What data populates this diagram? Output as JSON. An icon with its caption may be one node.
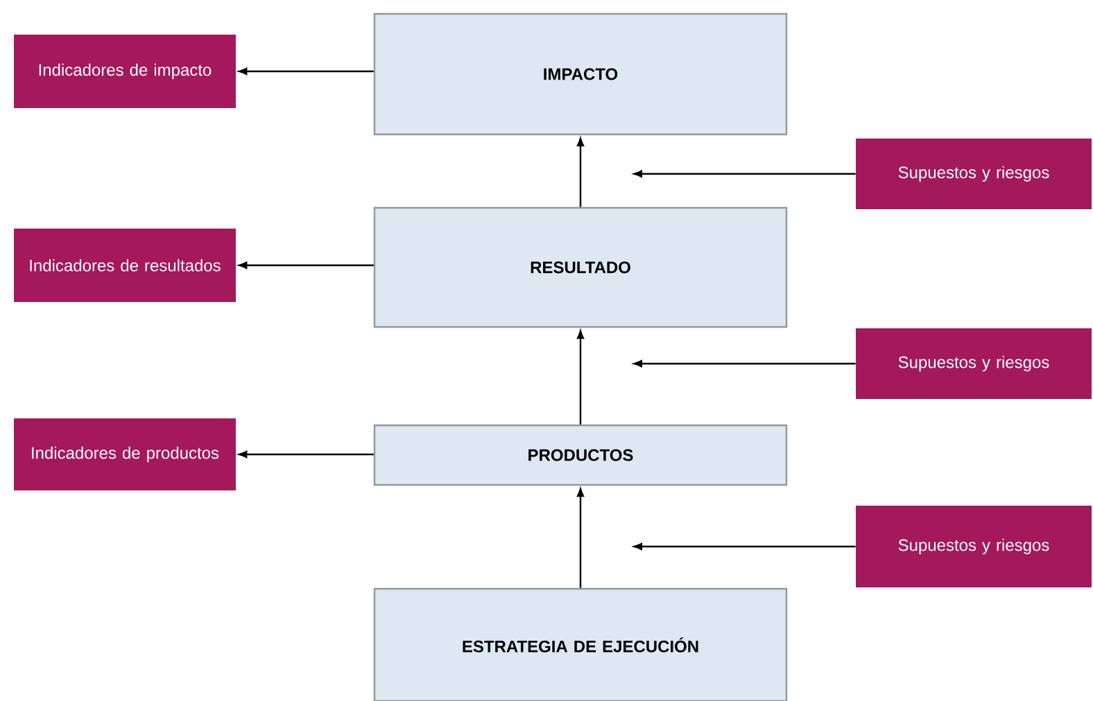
{
  "diagram": {
    "nodes": [
      {
        "text": [
          "IMPACTO"
        ]
      },
      {
        "text": [
          "Indicadores de impacto"
        ]
      },
      {
        "text": [
          "Supuestos y riesgos"
        ]
      },
      {
        "text": [
          "RESULTADO"
        ]
      },
      {
        "text": [
          "Indicadores de resultados"
        ]
      },
      {
        "text": [
          "Supuestos y riesgos"
        ]
      },
      {
        "text": [
          "PRODUCTOS"
        ]
      },
      {
        "text": [
          "Indicadores de productos"
        ]
      },
      {
        "text": [
          "Supuestos y riesgos"
        ]
      },
      {
        "text": [
          "ESTRATEGIA DE EJECUCIÓN"
        ]
      }
    ],
    "edges": [
      {
        "from": 0,
        "to": 1,
        "arrow": "to"
      },
      {
        "from": 3,
        "to": 0,
        "arrow": "to"
      },
      {
        "from": 2,
        "to": null,
        "arrow": "to"
      },
      {
        "from": 3,
        "to": 4,
        "arrow": "to"
      },
      {
        "from": 6,
        "to": 3,
        "arrow": "to"
      },
      {
        "from": 5,
        "to": null,
        "arrow": "to"
      },
      {
        "from": 6,
        "to": 7,
        "arrow": "to"
      },
      {
        "from": 9,
        "to": 6,
        "arrow": "to"
      },
      {
        "from": 8,
        "to": null,
        "arrow": "to"
      }
    ]
  }
}
